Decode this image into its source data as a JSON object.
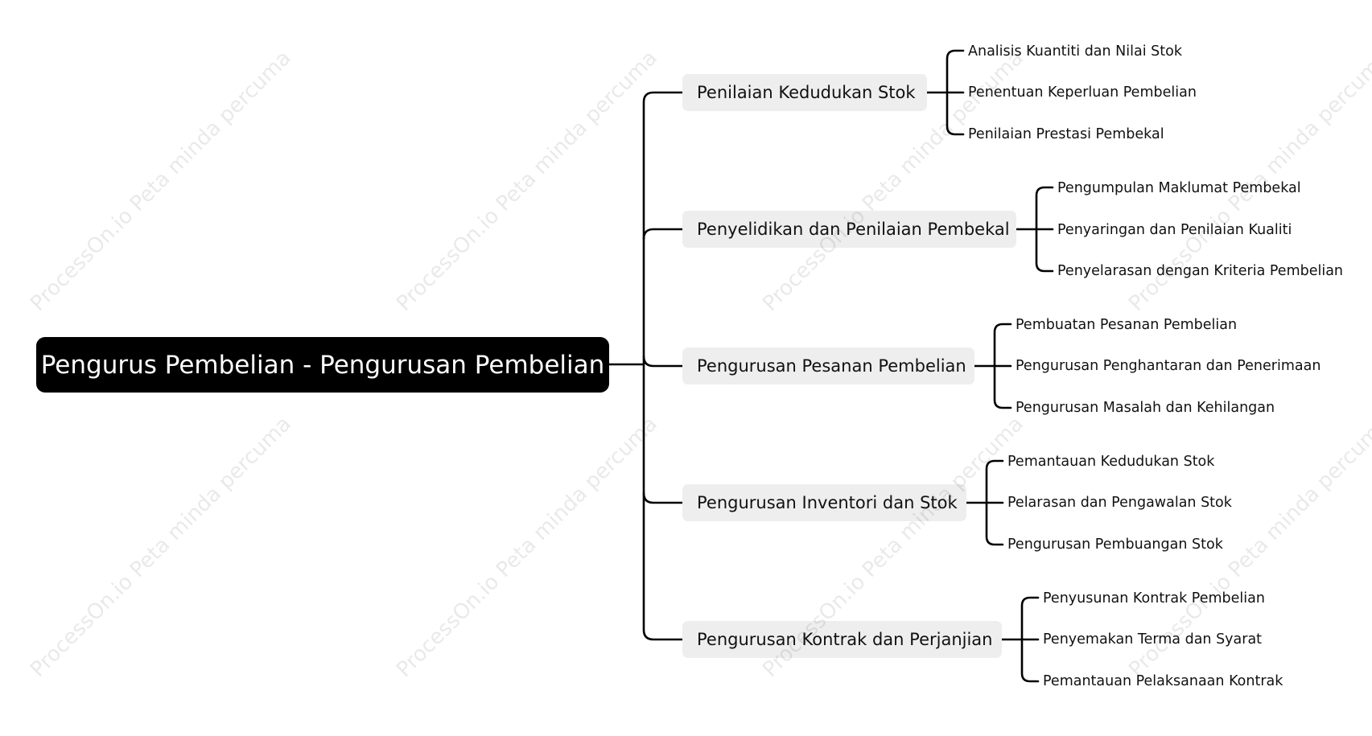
{
  "root": {
    "label": "Pengurus Pembelian - Pengurusan Pembelian"
  },
  "branches": [
    {
      "label": "Penilaian Kedudukan Stok",
      "children": [
        "Analisis Kuantiti dan Nilai Stok",
        "Penentuan Keperluan Pembelian",
        "Penilaian Prestasi Pembekal"
      ]
    },
    {
      "label": "Penyelidikan dan Penilaian Pembekal",
      "children": [
        "Pengumpulan Maklumat Pembekal",
        "Penyaringan dan Penilaian Kualiti",
        "Penyelarasan dengan Kriteria Pembelian"
      ]
    },
    {
      "label": "Pengurusan Pesanan Pembelian",
      "children": [
        "Pembuatan Pesanan Pembelian",
        "Pengurusan Penghantaran dan Penerimaan",
        "Pengurusan Masalah dan Kehilangan"
      ]
    },
    {
      "label": "Pengurusan Inventori dan Stok",
      "children": [
        "Pemantauan Kedudukan Stok",
        "Pelarasan dan Pengawalan Stok",
        "Pengurusan Pembuangan Stok"
      ]
    },
    {
      "label": "Pengurusan Kontrak dan Perjanjian",
      "children": [
        "Penyusunan Kontrak Pembelian",
        "Penyemakan Terma dan Syarat",
        "Pemantauan Pelaksanaan Kontrak"
      ]
    }
  ],
  "watermark": {
    "text": "ProcessOn.io Peta minda percuma"
  },
  "colors": {
    "root_bg": "#000000",
    "root_text": "#ffffff",
    "branch_bg": "#eeeeee",
    "line": "#000000"
  }
}
